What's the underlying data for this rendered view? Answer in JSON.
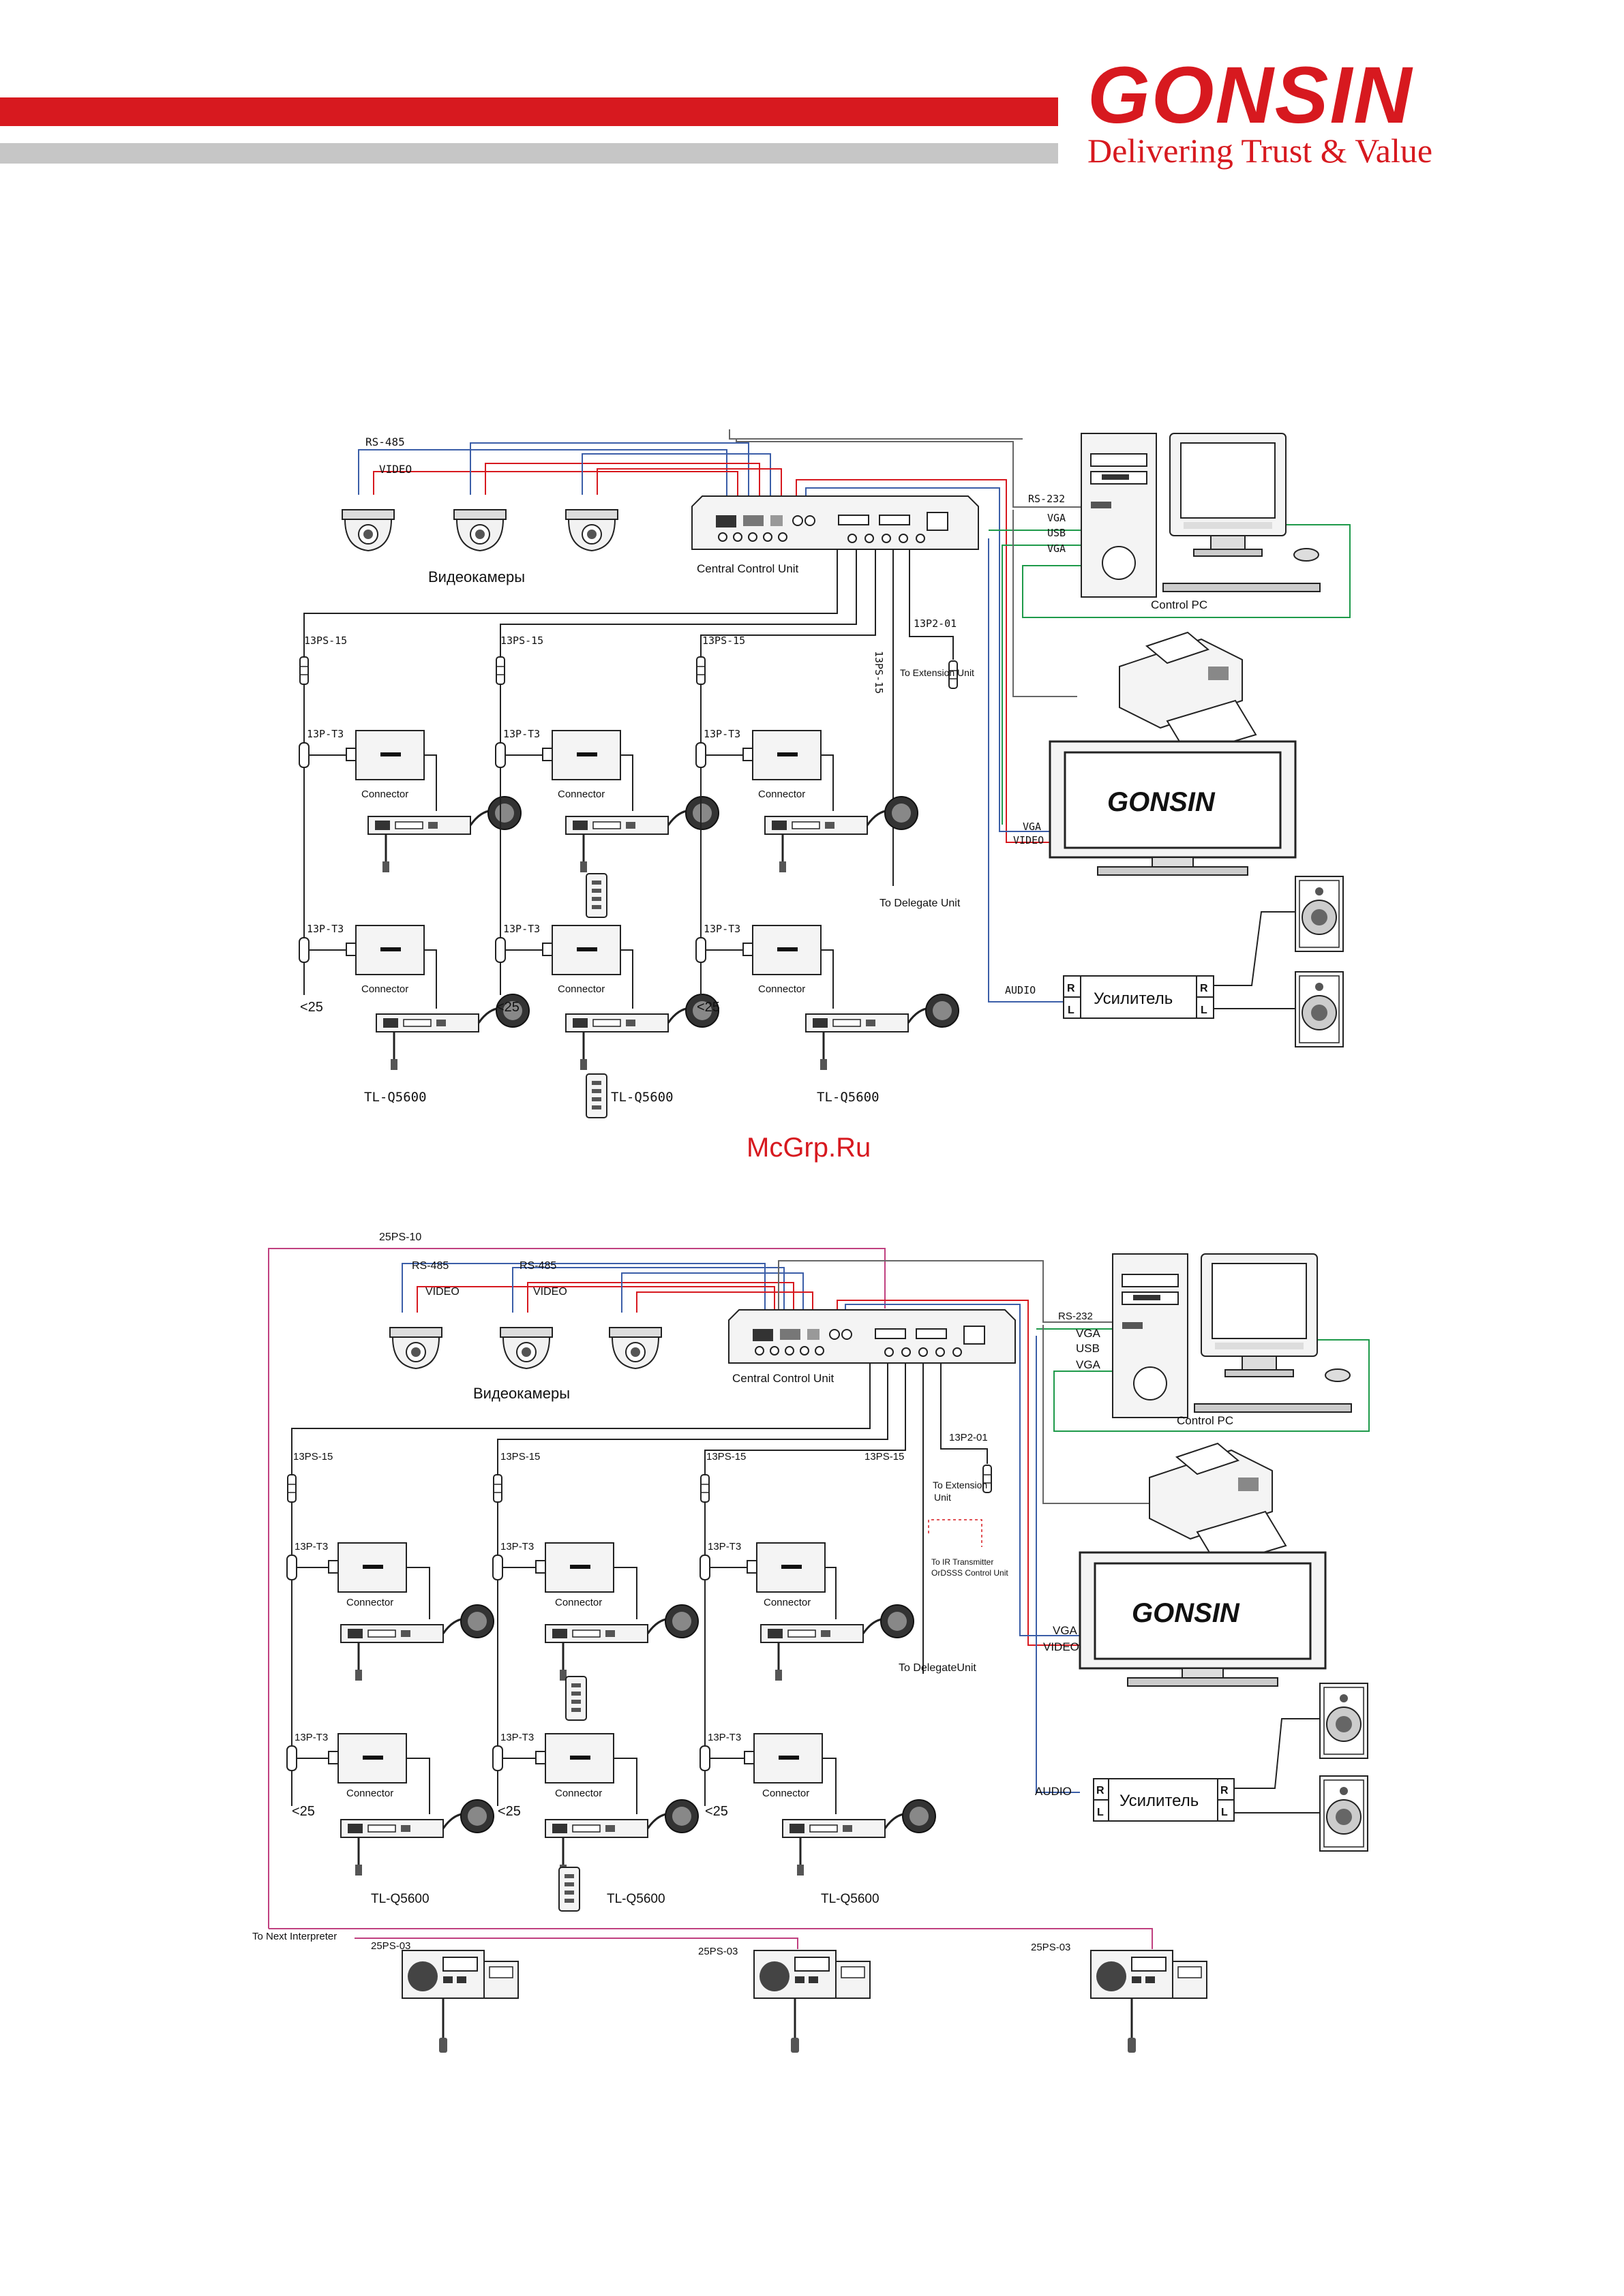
{
  "brand": {
    "name": "GONSIN",
    "tagline": "Delivering Trust & Value",
    "color": "#d7191f"
  },
  "watermark": "McGrp.Ru",
  "colors": {
    "rs485": "#3b5ea8",
    "video": "#d7191f",
    "vga": "#1e9a4a",
    "audio": "#3b5ea8",
    "link": "#c04080"
  },
  "diagram1": {
    "rs485": "RS-485",
    "video": "VIDEO",
    "cameras": "Видеокамеры",
    "ccu": "Central Control Unit",
    "rs232": "RS-232",
    "vga1": "VGA",
    "usb": "USB",
    "vga2": "VGA",
    "pc": "Control PC",
    "ext_cable": "13P2-01",
    "ext_unit": "To Extension Unit",
    "vert_cable": "13PS-15",
    "col_cable": "13PS-15",
    "tee": "13P-T3",
    "connector": "Connector",
    "max": "<25",
    "delegate": "To Delegate Unit",
    "display_vga": "VGA",
    "display_video": "VIDEO",
    "display_logo": "GONSIN",
    "audio": "AUDIO",
    "amp": "Усилитель",
    "r": "R",
    "l": "L",
    "model": "TL-Q5600"
  },
  "diagram2": {
    "top_cable": "25PS-10",
    "rs485": "RS-485",
    "video": "VIDEO",
    "cameras": "Видеокамеры",
    "ccu": "Central Control Unit",
    "rs232": "RS-232",
    "vga1": "VGA",
    "usb": "USB",
    "vga2": "VGA",
    "pc": "Control PC",
    "ext_cable": "13P2-01",
    "ext_unit_1": "To Extension",
    "ext_unit_2": "Unit",
    "ir_1": "To IR Transmitter",
    "ir_2": "OrDSSS Control Unit",
    "col_cable": "13PS-15",
    "tee": "13P-T3",
    "connector": "Connector",
    "max": "<25",
    "delegate": "To DelegateUnit",
    "display_vga": "VGA",
    "display_video": "VIDEO",
    "display_logo": "GONSIN",
    "audio": "AUDIO",
    "amp": "Усилитель",
    "r": "R",
    "l": "L",
    "model": "TL-Q5600",
    "next_interp": "To Next Interpreter",
    "interp_cable": "25PS-03"
  }
}
